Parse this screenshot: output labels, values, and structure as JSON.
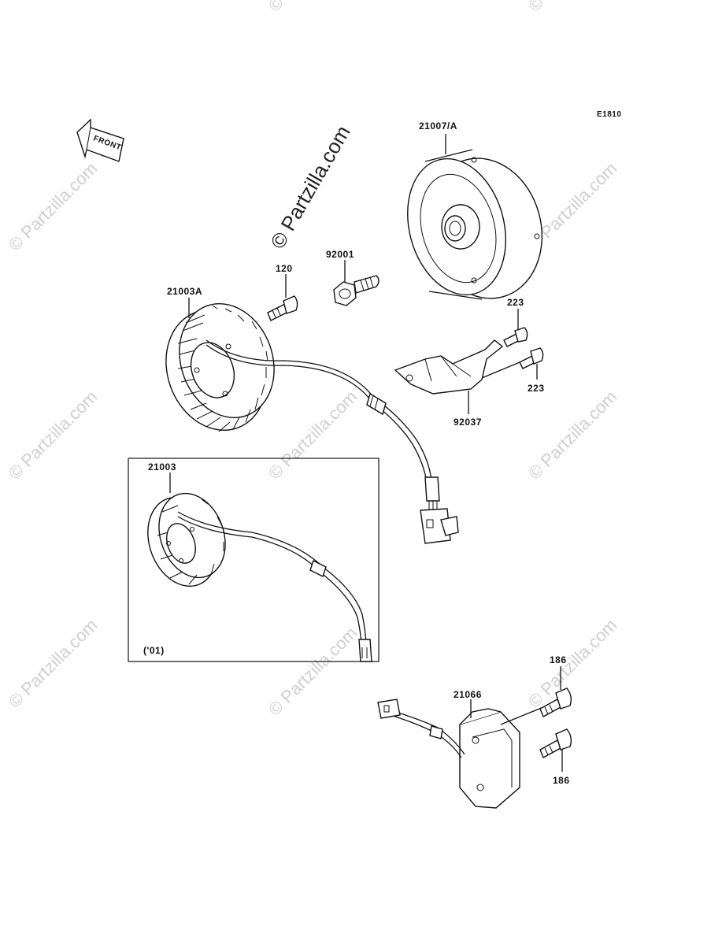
{
  "diagram": {
    "code": "E1810",
    "watermark": "© Partzilla.com",
    "front_arrow_label": "FRONT",
    "inset_note": "('01)",
    "parts": {
      "flywheel": "21007/A",
      "stator_a": "21003A",
      "bolt_120": "120",
      "bolt_92001": "92001",
      "screw_223_top": "223",
      "screw_223_bottom": "223",
      "bracket": "92037",
      "stator_inset": "21003",
      "regulator": "21066",
      "bolt_186_top": "186",
      "bolt_186_bottom": "186"
    }
  }
}
